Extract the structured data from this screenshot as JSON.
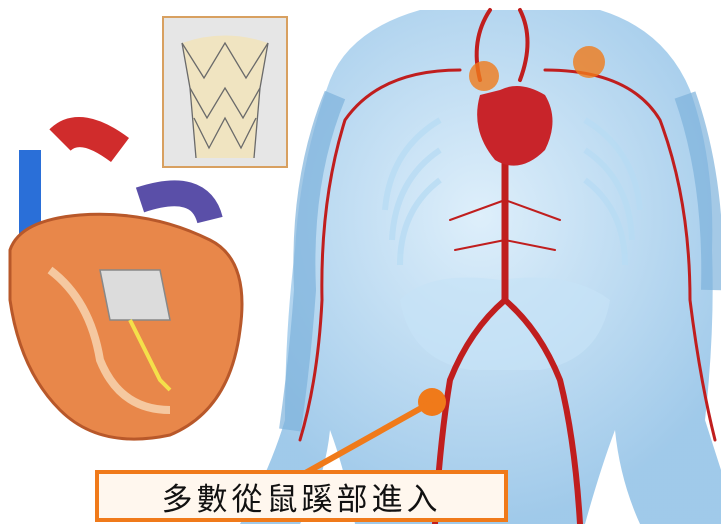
{
  "caption": {
    "text": "多數從鼠蹊部進入"
  },
  "colors": {
    "body": "#9cc8ea",
    "artery": "#c01e1e",
    "heart": "#c8242a",
    "heart_tissue": "#e8874a",
    "highlight": "#f07a1a",
    "caption_border": "#f07a1a"
  },
  "icons": [
    "valve-stent-image",
    "human-circulatory-body",
    "heart-cross-section",
    "access-pointer"
  ]
}
